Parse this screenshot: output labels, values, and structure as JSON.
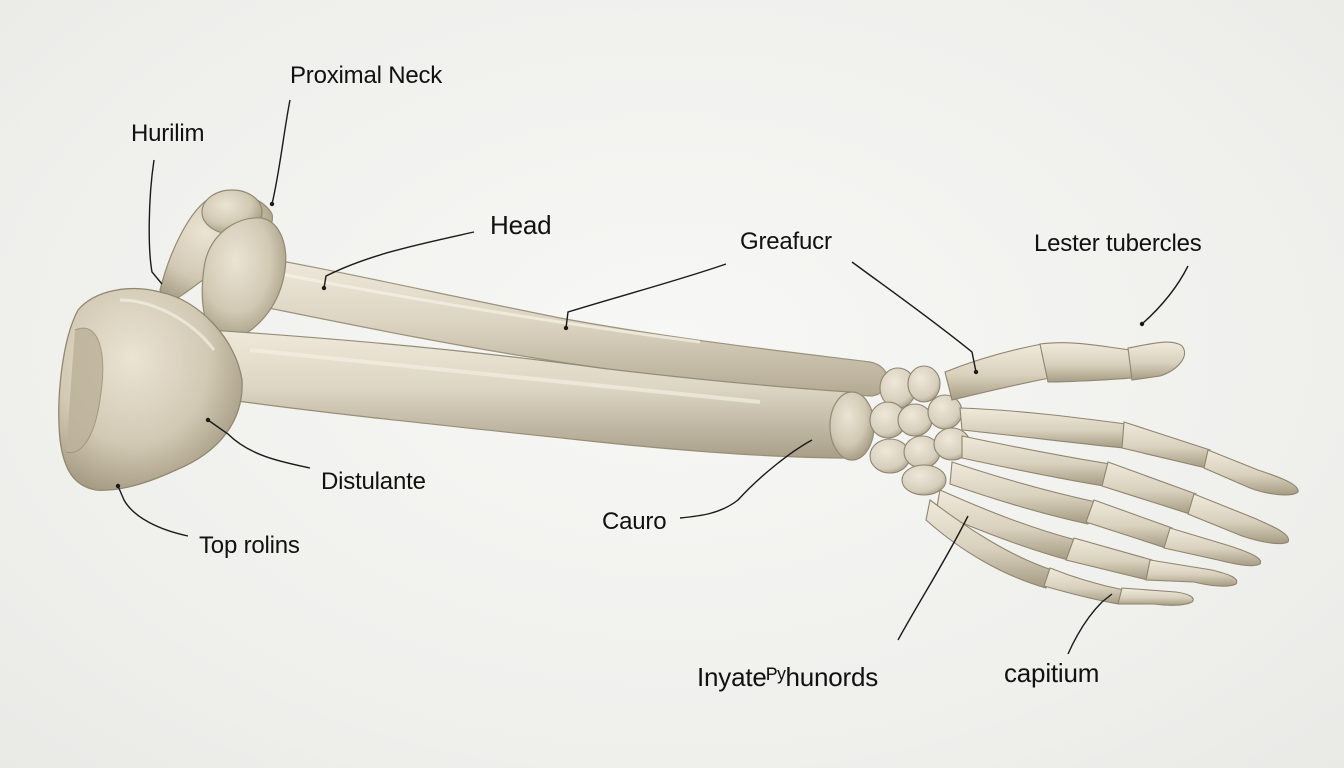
{
  "labels": {
    "proximal_neck": "Proximal Neck",
    "hurilim": "Hurilim",
    "head": "Head",
    "greafucr": "Greafucr",
    "lester_tubercles": "Lester tubercles",
    "distulante": "Distulante",
    "top_rolins": "Top rolins",
    "cauro": "Cauro",
    "inyate_hunords": "Inyateᴾʸhunords",
    "capitium": "capitium"
  },
  "colors": {
    "background": "#f1f1ef",
    "bone": "#ddd6c4",
    "bone_shadow": "#a89f88",
    "bone_highlight": "#f2ede0",
    "leader_line": "#1a1a1a",
    "text": "#111111"
  }
}
